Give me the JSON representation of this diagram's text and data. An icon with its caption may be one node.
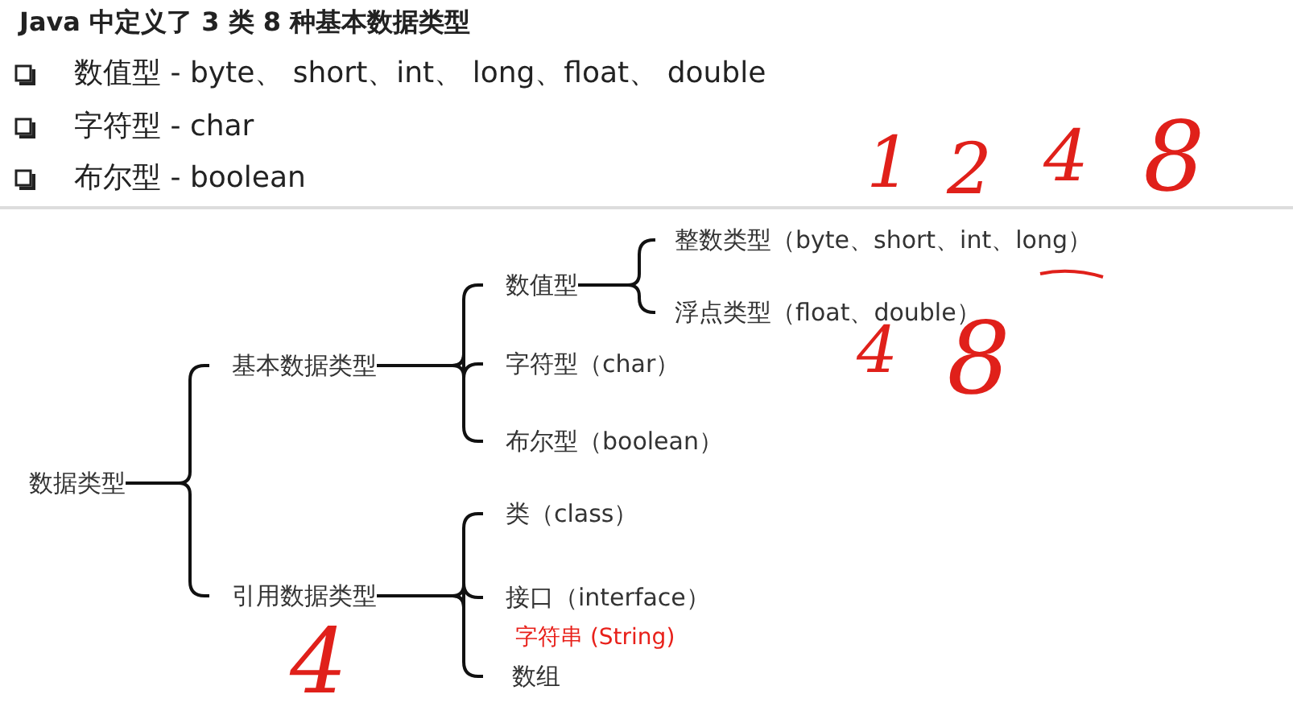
{
  "diagram": {
    "title": "Java 中定义了 3 类 8 种基本数据类型",
    "nodes": [
      {
        "text": [
          "数据类型"
        ]
      },
      {
        "text": [
          "基本数据类型"
        ]
      },
      {
        "text": [
          "数值型"
        ]
      },
      {
        "text": [
          "整数类型（byte、short、int、long）"
        ]
      },
      {
        "text": [
          "浮点类型（float、double）"
        ]
      },
      {
        "text": [
          "字符型（char）"
        ]
      },
      {
        "text": [
          "布尔型（boolean）"
        ]
      },
      {
        "text": [
          "引用数据类型"
        ]
      },
      {
        "text": [
          "类（class）"
        ]
      },
      {
        "text": [
          "接口（interface）"
        ]
      },
      {
        "text": [
          "数组"
        ]
      }
    ],
    "edges": [
      {
        "from": 0,
        "to": 1,
        "arrow": "none"
      },
      {
        "from": 0,
        "to": 7,
        "arrow": "none"
      },
      {
        "from": 1,
        "to": 2,
        "arrow": "none"
      },
      {
        "from": 1,
        "to": 5,
        "arrow": "none"
      },
      {
        "from": 1,
        "to": 6,
        "arrow": "none"
      },
      {
        "from": 2,
        "to": 3,
        "arrow": "none"
      },
      {
        "from": 2,
        "to": 4,
        "arrow": "none"
      },
      {
        "from": 7,
        "to": 8,
        "arrow": "none"
      },
      {
        "from": 7,
        "to": 9,
        "arrow": "none"
      },
      {
        "from": 7,
        "to": 10,
        "arrow": "none"
      }
    ],
    "labels": [
      "数值型 - byte、 short、int、 long、float、 double",
      "字符型 - char",
      "布尔型 - boolean",
      "1",
      "2",
      "4",
      "8",
      "4",
      "8",
      "字符串 (String)",
      "4"
    ]
  }
}
